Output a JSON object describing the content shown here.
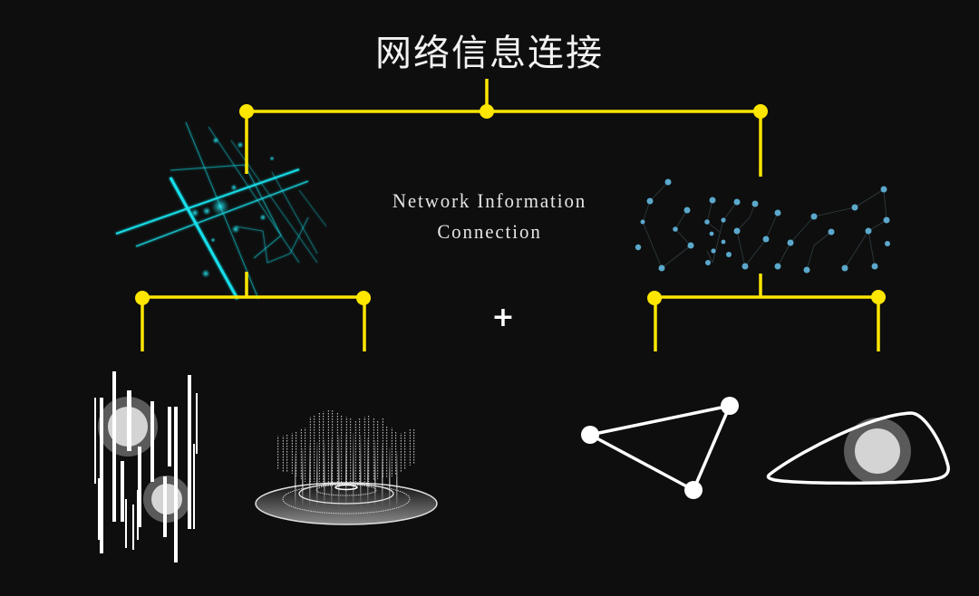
{
  "title": "网络信息连接",
  "subtitle": {
    "line1": "Network Information",
    "line2": "Connection"
  },
  "plus_sign": "+",
  "colors": {
    "background": "#0e0e0e",
    "connector": "#ffe600",
    "cyan_glow": "#19e3ee",
    "node_blue": "#5ba8cc",
    "white": "#ffffff",
    "grey_ring": "#5a5a5a",
    "light_grey": "#d4d4d4"
  },
  "tree": {
    "root": {
      "label": "网络信息连接"
    },
    "branches": [
      {
        "name": "left-branch",
        "image": "cyan-light-streaks-icon",
        "children": [
          {
            "image": "vertical-bars-circles-icon"
          },
          {
            "image": "sound-wave-rings-icon"
          }
        ]
      },
      {
        "name": "right-branch",
        "image": "node-network-icon",
        "children": [
          {
            "image": "triangle-nodes-icon"
          },
          {
            "image": "eye-shape-icon"
          }
        ]
      }
    ]
  }
}
